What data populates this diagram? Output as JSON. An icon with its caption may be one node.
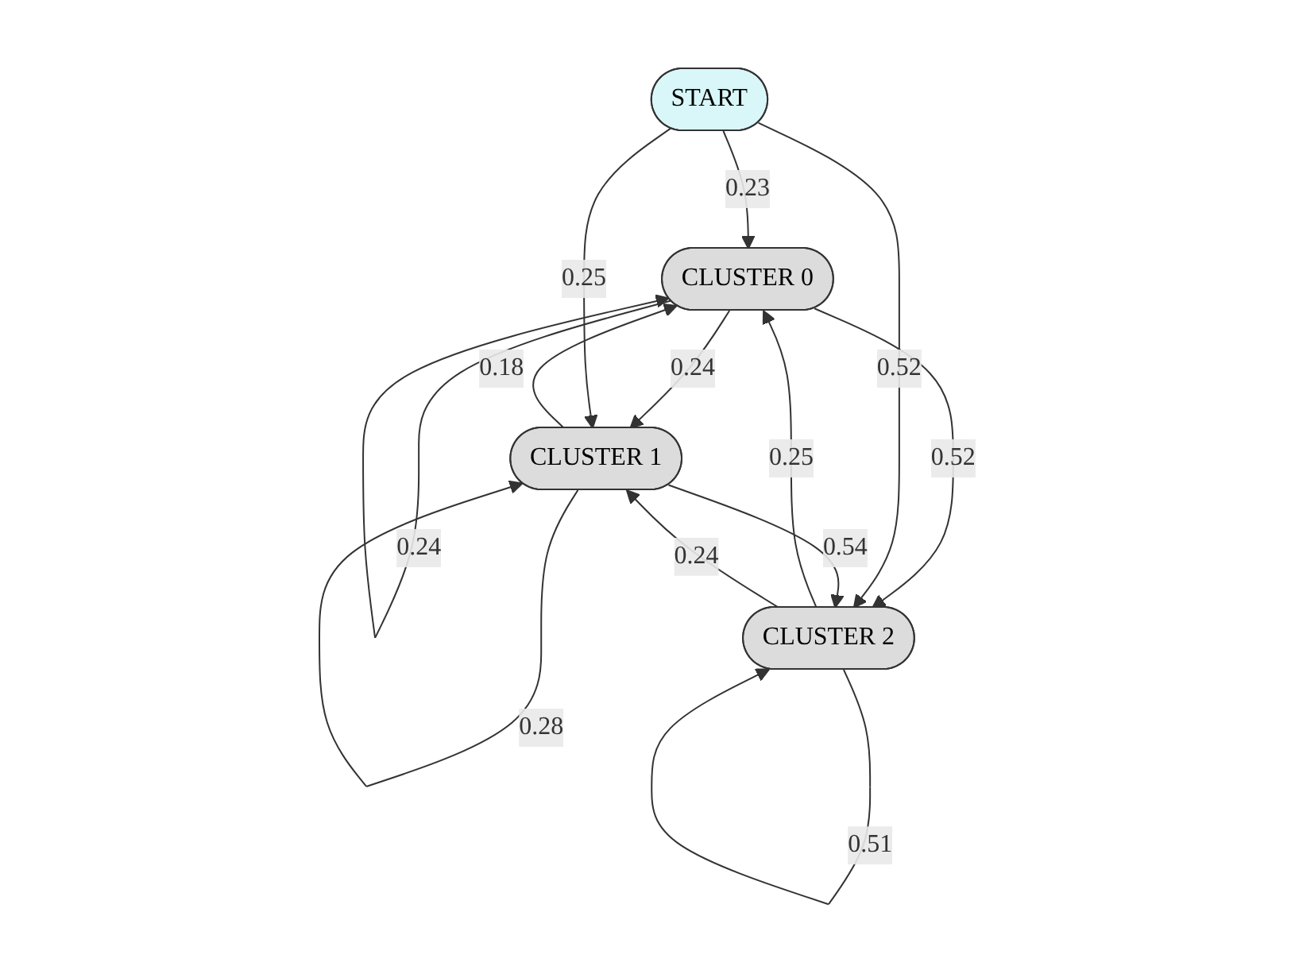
{
  "diagram": {
    "nodes": [
      {
        "text": [
          "CLUSTER 0"
        ]
      },
      {
        "text": [
          "START"
        ]
      },
      {
        "text": [
          "CLUSTER 1"
        ]
      },
      {
        "text": [
          "CLUSTER 2"
        ]
      }
    ],
    "edges": [
      {
        "from": 0,
        "to": 0,
        "arrow": "to",
        "label": "0.24"
      },
      {
        "from": 1,
        "to": 0,
        "arrow": "to",
        "label": "0.23"
      },
      {
        "from": 2,
        "to": 0,
        "arrow": "to",
        "label": "0.18"
      },
      {
        "from": 0,
        "to": 2,
        "arrow": "to",
        "label": "0.24"
      },
      {
        "from": 0,
        "to": 3,
        "arrow": "to",
        "label": "0.52"
      },
      {
        "from": 3,
        "to": 0,
        "arrow": "to",
        "label": "0.25"
      },
      {
        "from": 1,
        "to": 2,
        "arrow": "to",
        "label": "0.25"
      },
      {
        "from": 1,
        "to": 3,
        "arrow": "to",
        "label": "0.52"
      },
      {
        "from": 2,
        "to": 3,
        "arrow": "to",
        "label": "0.54"
      },
      {
        "from": 3,
        "to": 2,
        "arrow": "to",
        "label": "0.24"
      },
      {
        "from": 2,
        "to": 2,
        "arrow": "to",
        "label": "0.28"
      },
      {
        "from": 3,
        "to": 3,
        "arrow": "to",
        "label": "0.51"
      }
    ]
  }
}
